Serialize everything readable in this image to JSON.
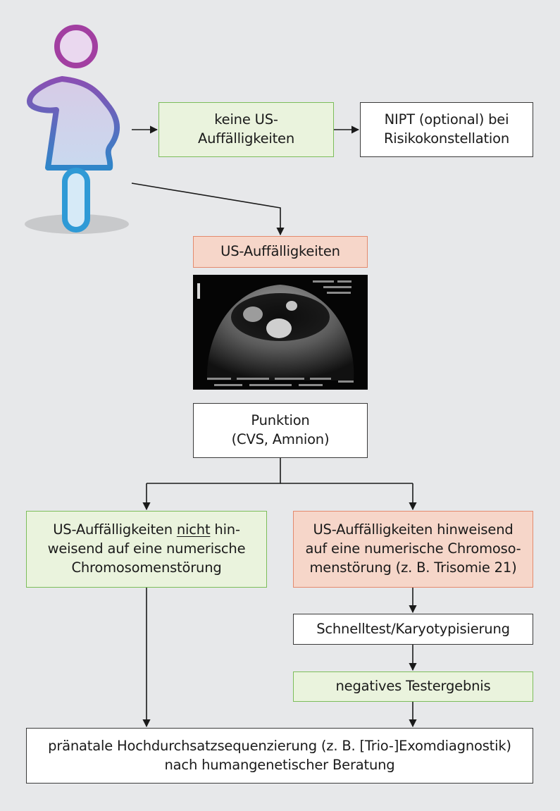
{
  "colors": {
    "background": "#e7e8ea",
    "green_fill": "#eaf3dd",
    "green_border": "#7cbd5a",
    "red_fill": "#f6d6c9",
    "red_border": "#e38a6e",
    "white_border": "#3a3a3a",
    "figure_head": "#a23fa1",
    "figure_gradient_top": "#8a4fb3",
    "figure_gradient_bottom": "#2f86c9",
    "figure_leg": "#2f9ad6"
  },
  "icons": {
    "figure": "pregnant-woman-icon",
    "ultrasound": "ultrasound-image"
  },
  "nodes": {
    "keine_us": {
      "line1": "keine US-",
      "line2": "Auffälligkeiten"
    },
    "nipt": {
      "line1": "NIPT (optional) bei",
      "line2": "Risikokonstellation"
    },
    "us_auff": {
      "text": "US-Auffälligkeiten"
    },
    "punktion": {
      "line1": "Punktion",
      "line2": "(CVS, Amnion)"
    },
    "nicht_hinweisend": {
      "line1_a": "US-Auffälligkeiten ",
      "line1_u": "nicht",
      "line1_b": " hin-",
      "line2": "weisend auf eine numerische",
      "line3": "Chromosomenstörung"
    },
    "hinweisend": {
      "line1": "US-Auffälligkeiten hinweisend",
      "line2": "auf eine numerische Chromoso-",
      "line3": "menstörung (z. B. Trisomie 21)"
    },
    "schnelltest": {
      "text": "Schnelltest/Karyotypisierung"
    },
    "negativ": {
      "text": "negatives Testergebnis"
    },
    "sequenzierung": {
      "line1": "pränatale Hochdurchsatzsequenzierung (z. B. [Trio-]Exomdiagnostik)",
      "line2": "nach humangenetischer Beratung"
    }
  }
}
